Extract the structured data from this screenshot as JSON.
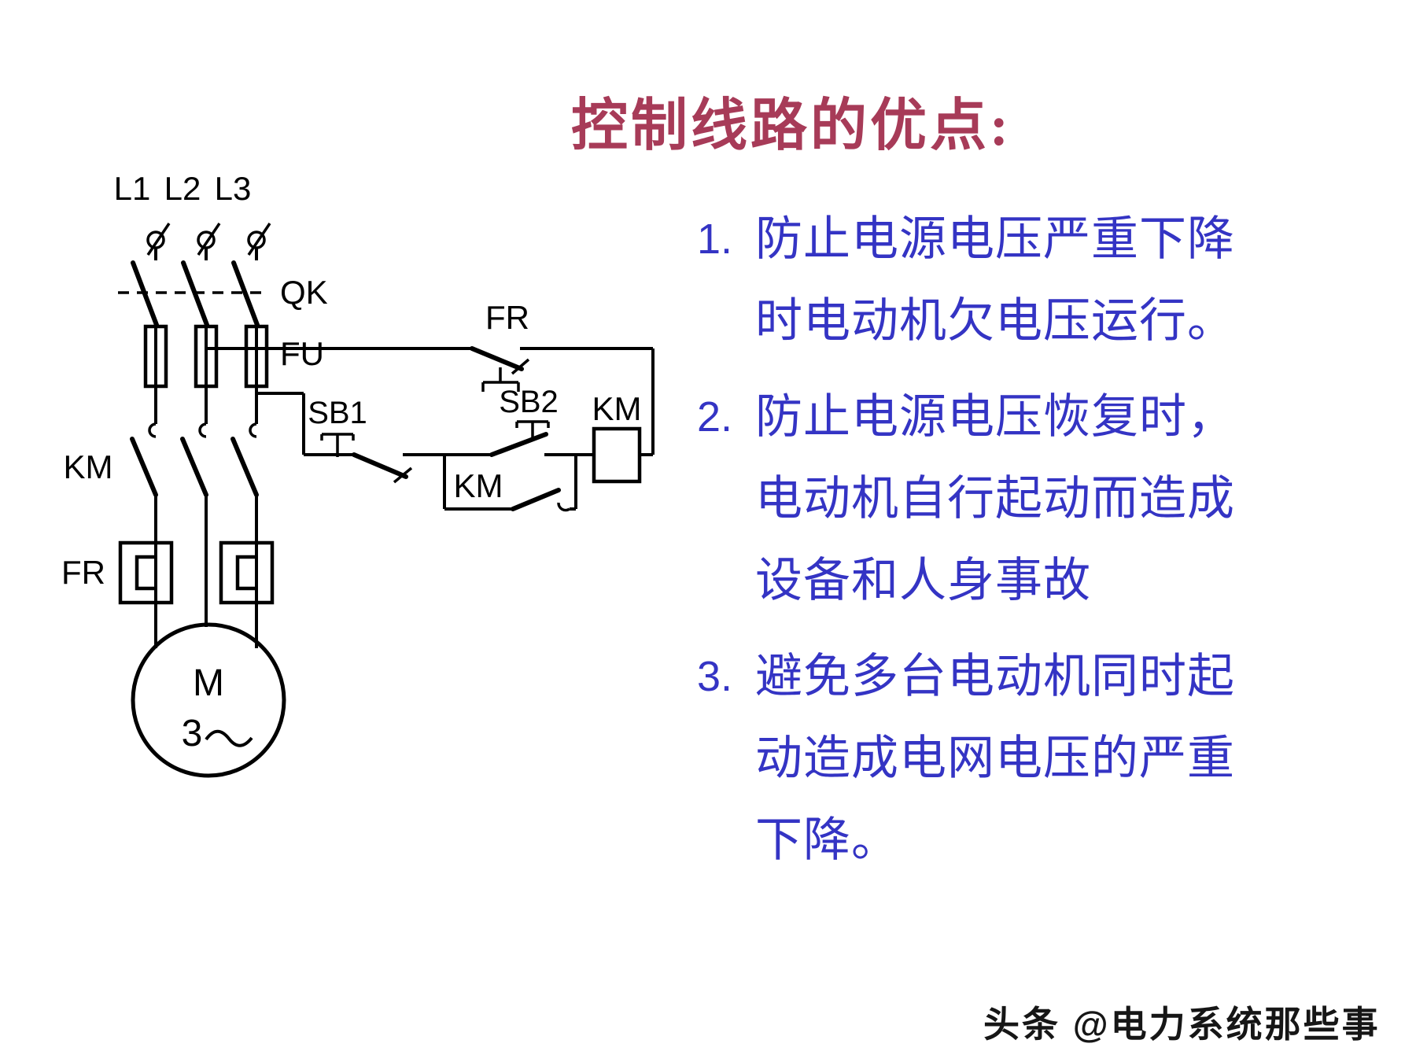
{
  "title": "控制线路的优点:",
  "advantages": [
    {
      "num": "1.",
      "lines": [
        "防止电源电压严重下降",
        "时电动机欠电压运行。"
      ]
    },
    {
      "num": "2.",
      "lines": [
        "防止电源电压恢复时，",
        "电动机自行起动而造成",
        "设备和人身事故"
      ]
    },
    {
      "num": "3.",
      "lines": [
        "避免多台电动机同时起",
        "动造成电网电压的严重",
        "下降。"
      ]
    }
  ],
  "watermark": "头条 @电力系统那些事",
  "colors": {
    "title": "#a73b58",
    "body_text": "#3434c4",
    "diagram": "#000000",
    "watermark": "#161616",
    "background": "#ffffff"
  },
  "diagram": {
    "phase_labels": [
      "L1",
      "L2",
      "L3"
    ],
    "switch_label": "QK",
    "fuse_label": "FU",
    "fr_contact_label": "FR",
    "sb1_label": "SB1",
    "sb2_label": "SB2",
    "km_aux_label": "KM",
    "km_coil_label": "KM",
    "km_main_label": "KM",
    "fr_heater_label": "FR",
    "motor_letter": "M",
    "motor_phase": "3"
  }
}
